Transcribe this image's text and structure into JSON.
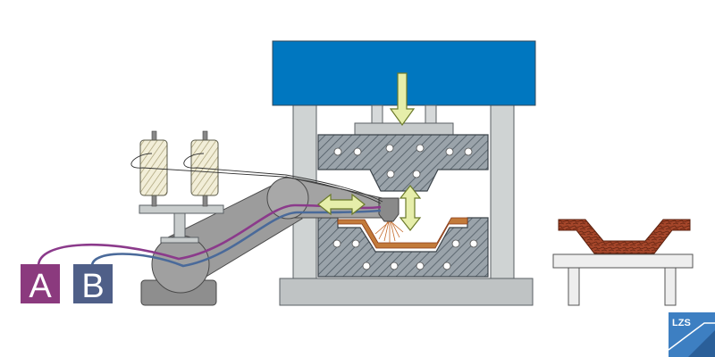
{
  "colors": {
    "press_blue": "#0077c0",
    "frame_gray": "#c8cccc",
    "mold_fill": "#9aa3aa",
    "mold_hatch": "#55606a",
    "arm_gray": "#9c9c9c",
    "arrow_fill": "#e6eeaa",
    "arrow_stroke": "#6b7a2a",
    "line_purple": "#8b3a8b",
    "line_blue": "#4a6a9a",
    "label_a_bg": "#8b3a7e",
    "label_b_bg": "#4f5f88",
    "fiber_brown": "#b5512a",
    "part_fill": "#a5462a",
    "logo_bg": "#3d7fc2"
  },
  "labels": {
    "component_a": "A",
    "component_b": "B"
  },
  "logo": {
    "text": "LZS"
  },
  "icons": {
    "press_arrow": "down-arrow-icon",
    "mixhead_arrow": "double-arrow-horizontal-icon",
    "vertical_arrow": "double-arrow-vertical-icon"
  }
}
